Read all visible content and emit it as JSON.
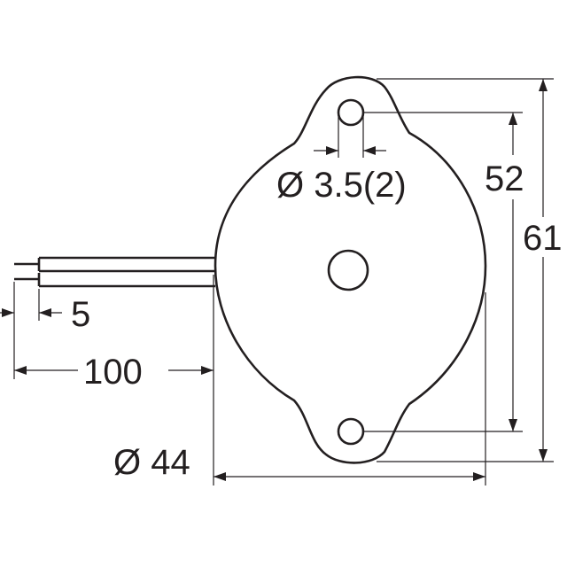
{
  "drawing": {
    "dimensions": {
      "hole_diameter": "Ø 3.5(2)",
      "hole_spacing": "52",
      "overall_height": "61",
      "lead_strip": "5",
      "lead_length": "100",
      "body_diameter": "Ø 44"
    }
  }
}
